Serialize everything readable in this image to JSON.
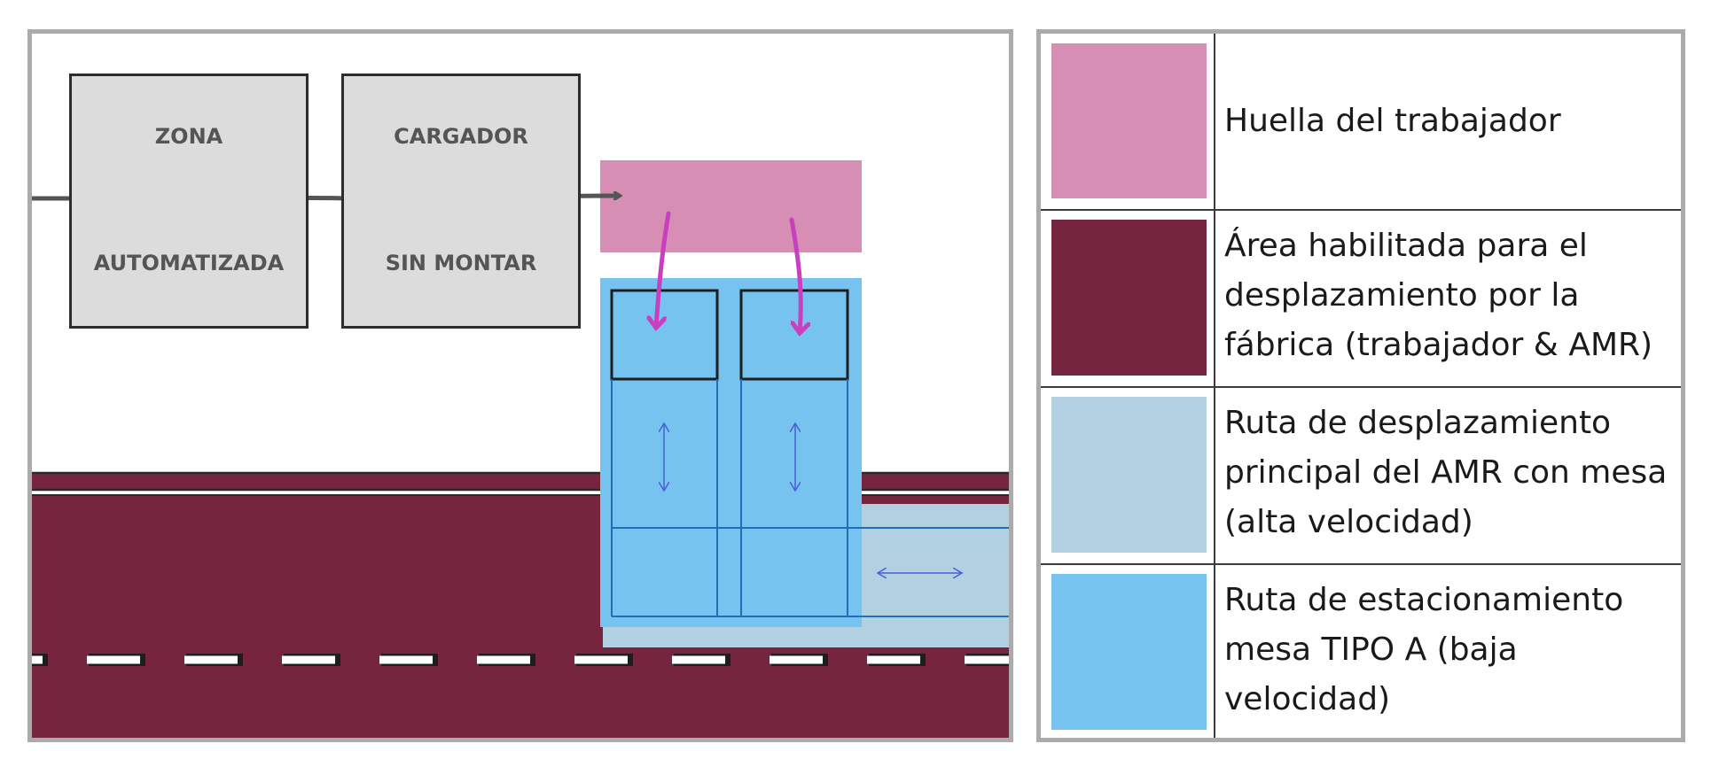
{
  "zones": [
    {
      "line1": "ZONA",
      "line2": "AUTOMATIZADA"
    },
    {
      "line1": "CARGADOR",
      "line2": "SIN MONTAR"
    }
  ],
  "legend": [
    {
      "color": "#d68eb4",
      "label": "Huella del trabajador"
    },
    {
      "color": "#76253f",
      "label": "Área habilitada para el\ndesplazamiento por la\nfábrica (trabajador & AMR)"
    },
    {
      "color": "#b1d0e1",
      "label": "Ruta de desplazamiento\nprincipal del AMR con mesa\n(alta velocidad)"
    },
    {
      "color": "#77c3ef",
      "label": "Ruta de estacionamiento\nmesa TIPO A (baja\nvelocidad)"
    }
  ],
  "colors": {
    "worker_footprint": "#d68eb4",
    "factory_area": "#76253f",
    "amr_main_route": "#b1d0e1",
    "parking_route": "#77c3ef",
    "arrow_magenta": "#c83fbf",
    "arrow_blue": "#4a5fd6",
    "flow_arrow": "#555555"
  }
}
